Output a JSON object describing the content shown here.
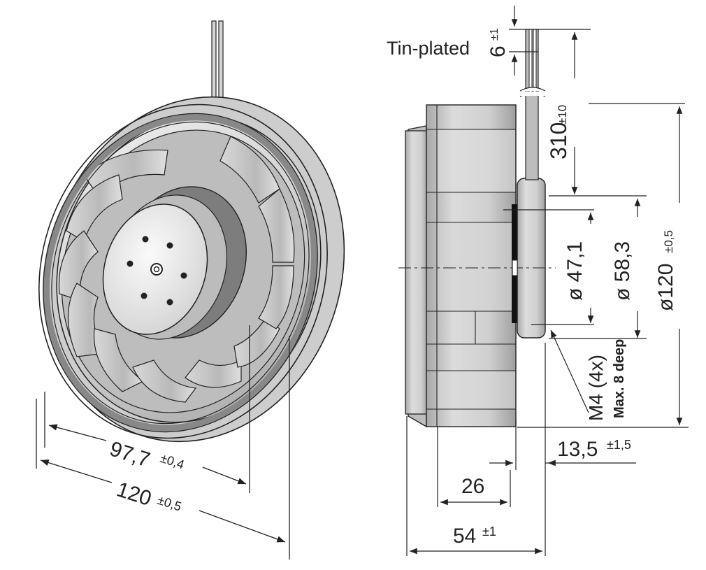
{
  "labels": {
    "tin_plated": "Tin-plated",
    "lead_dim": "6",
    "lead_tol": "±1",
    "cable_dim": "310",
    "cable_tol": "±10",
    "d471": "ø 47,1",
    "d583": "ø 58,3",
    "d120_side": "ø120",
    "d120_side_tol": "±0,5",
    "thread": "M4 (4x)",
    "thread_note": "Max. 8 deep",
    "d1355": "13,5",
    "d1355_tol": "±1,5",
    "d26": "26",
    "d54": "54",
    "d54_tol": "±1",
    "d977": "97,7",
    "d977_tol": "±0,4",
    "d120_front": "120",
    "d120_front_tol": "±0,5"
  },
  "colors": {
    "line": "#222222",
    "metal_light": "#e6e6e6",
    "metal_mid": "#c4c4c4",
    "metal_dark": "#9a9a9a",
    "motor_plate": "#ececec"
  }
}
